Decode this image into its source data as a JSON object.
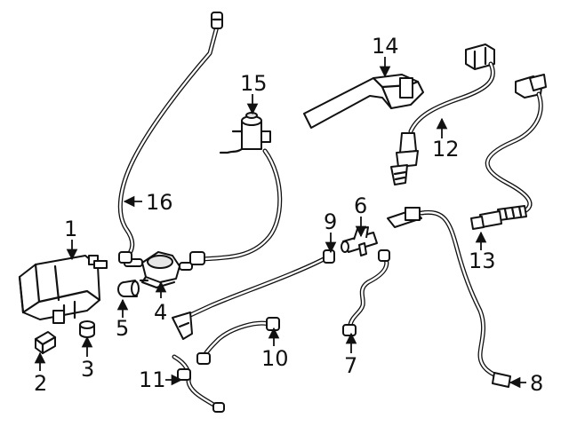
{
  "callouts": {
    "c1": "1",
    "c2": "2",
    "c3": "3",
    "c4": "4",
    "c5": "5",
    "c6": "6",
    "c7": "7",
    "c8": "8",
    "c9": "9",
    "c10": "10",
    "c11": "11",
    "c12": "12",
    "c13": "13",
    "c14": "14",
    "c15": "15",
    "c16": "16"
  },
  "colors": {
    "ink": "#111111",
    "paper": "#ffffff"
  }
}
